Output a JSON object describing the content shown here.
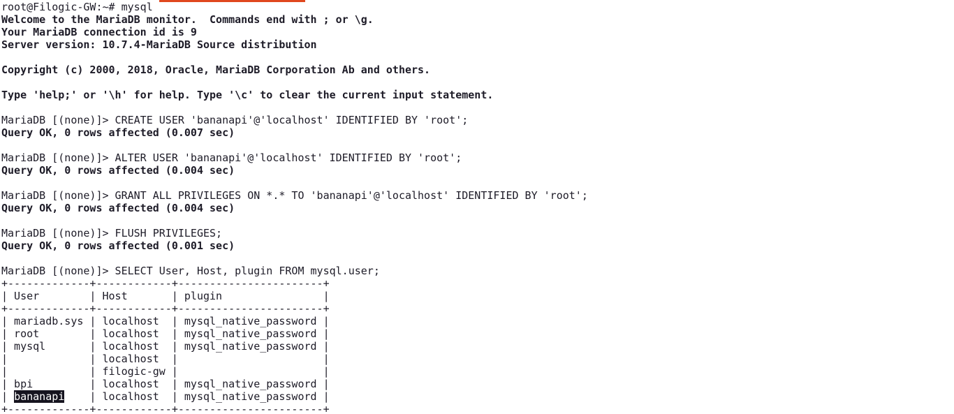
{
  "terminal": {
    "colors": {
      "background": "#ffffff",
      "foreground": "#1d1b27",
      "selection_background": "#16141f",
      "selection_foreground": "#ffffff",
      "accent_bar": "#e0481e"
    },
    "prompt": "MariaDB [(none)]>",
    "shell_prompt": "root@Filogic-GW:~#",
    "selected_word": "bananapi",
    "lines": [
      {
        "text": "root@Filogic-GW:~# mysql",
        "bold": false
      },
      {
        "text": "Welcome to the MariaDB monitor.  Commands end with ; or \\g.",
        "bold": true
      },
      {
        "text": "Your MariaDB connection id is 9",
        "bold": true
      },
      {
        "text": "Server version: 10.7.4-MariaDB Source distribution",
        "bold": true
      },
      {
        "text": "",
        "bold": false
      },
      {
        "text": "Copyright (c) 2000, 2018, Oracle, MariaDB Corporation Ab and others.",
        "bold": true
      },
      {
        "text": "",
        "bold": false
      },
      {
        "text": "Type 'help;' or '\\h' for help. Type '\\c' to clear the current input statement.",
        "bold": true
      },
      {
        "text": "",
        "bold": false
      },
      {
        "text": "MariaDB [(none)]> CREATE USER 'bananapi'@'localhost' IDENTIFIED BY 'root';",
        "bold": false
      },
      {
        "text": "Query OK, 0 rows affected (0.007 sec)",
        "bold": true
      },
      {
        "text": "",
        "bold": false
      },
      {
        "text": "MariaDB [(none)]> ALTER USER 'bananapi'@'localhost' IDENTIFIED BY 'root';",
        "bold": false
      },
      {
        "text": "Query OK, 0 rows affected (0.004 sec)",
        "bold": true
      },
      {
        "text": "",
        "bold": false
      },
      {
        "text": "MariaDB [(none)]> GRANT ALL PRIVILEGES ON *.* TO 'bananapi'@'localhost' IDENTIFIED BY 'root';",
        "bold": false
      },
      {
        "text": "Query OK, 0 rows affected (0.004 sec)",
        "bold": true
      },
      {
        "text": "",
        "bold": false
      },
      {
        "text": "MariaDB [(none)]> FLUSH PRIVILEGES;",
        "bold": false
      },
      {
        "text": "Query OK, 0 rows affected (0.001 sec)",
        "bold": true
      },
      {
        "text": "",
        "bold": false
      },
      {
        "text": "MariaDB [(none)]> SELECT User, Host, plugin FROM mysql.user;",
        "bold": false
      },
      {
        "text": "+-------------+------------+-----------------------+",
        "bold": false
      },
      {
        "text": "| User        | Host       | plugin                |",
        "bold": false
      },
      {
        "text": "+-------------+------------+-----------------------+",
        "bold": false
      },
      {
        "text": "| mariadb.sys | localhost  | mysql_native_password |",
        "bold": false
      },
      {
        "text": "| root        | localhost  | mysql_native_password |",
        "bold": false
      },
      {
        "text": "| mysql       | localhost  | mysql_native_password |",
        "bold": false
      },
      {
        "text": "|             | localhost  |                       |",
        "bold": false
      },
      {
        "text": "|             | filogic-gw |                       |",
        "bold": false
      },
      {
        "text": "| bpi         | localhost  | mysql_native_password |",
        "bold": false
      },
      {
        "bold": false,
        "segments": [
          {
            "text": "| ",
            "sel": false
          },
          {
            "text": "bananapi",
            "sel": true
          },
          {
            "text": "    | localhost  | mysql_native_password |",
            "sel": false
          }
        ]
      },
      {
        "text": "+-------------+------------+-----------------------+",
        "bold": false
      }
    ],
    "query_result_table": {
      "columns": [
        "User",
        "Host",
        "plugin"
      ],
      "rows": [
        [
          "mariadb.sys",
          "localhost",
          "mysql_native_password"
        ],
        [
          "root",
          "localhost",
          "mysql_native_password"
        ],
        [
          "mysql",
          "localhost",
          "mysql_native_password"
        ],
        [
          "",
          "localhost",
          ""
        ],
        [
          "",
          "filogic-gw",
          ""
        ],
        [
          "bpi",
          "localhost",
          "mysql_native_password"
        ],
        [
          "bananapi",
          "localhost",
          "mysql_native_password"
        ]
      ]
    }
  }
}
